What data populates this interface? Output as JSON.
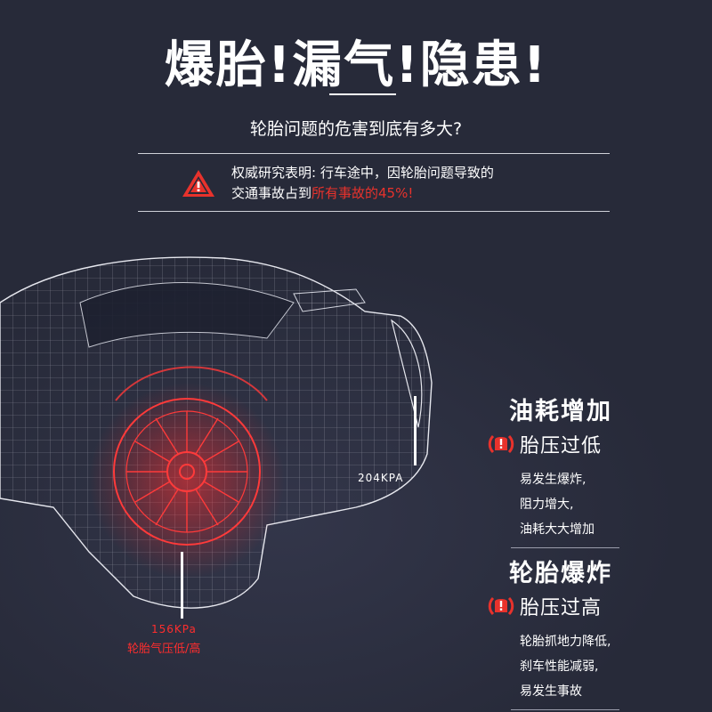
{
  "header": {
    "headline": "爆胎!漏气!隐患!",
    "subheading": "轮胎问题的危害到底有多大?"
  },
  "warning": {
    "icon": "warning-triangle-icon",
    "line1": "权威研究表明: 行车途中，因轮胎问题导致的",
    "line2_prefix": "交通事故占到",
    "line2_highlight": "所有事故的45%!"
  },
  "colors": {
    "background": "#272a39",
    "accent_red": "#e8322c",
    "wheel_red": "#ff2d2d",
    "text": "#ffffff"
  },
  "diagram": {
    "rear_pressure_label": "204KPA",
    "front_pressure_label": "156KPa",
    "front_caption": "轮胎气压低/高"
  },
  "panels": [
    {
      "title": "油耗增加",
      "icon": "tpms-warning-icon",
      "status": "胎压过低",
      "lines": [
        "易发生爆炸,",
        "阻力增大,",
        "油耗大大增加"
      ]
    },
    {
      "title": "轮胎爆炸",
      "icon": "tpms-warning-icon",
      "status": "胎压过高",
      "lines": [
        "轮胎抓地力降低,",
        "刹车性能减弱,",
        "易发生事故"
      ]
    }
  ]
}
